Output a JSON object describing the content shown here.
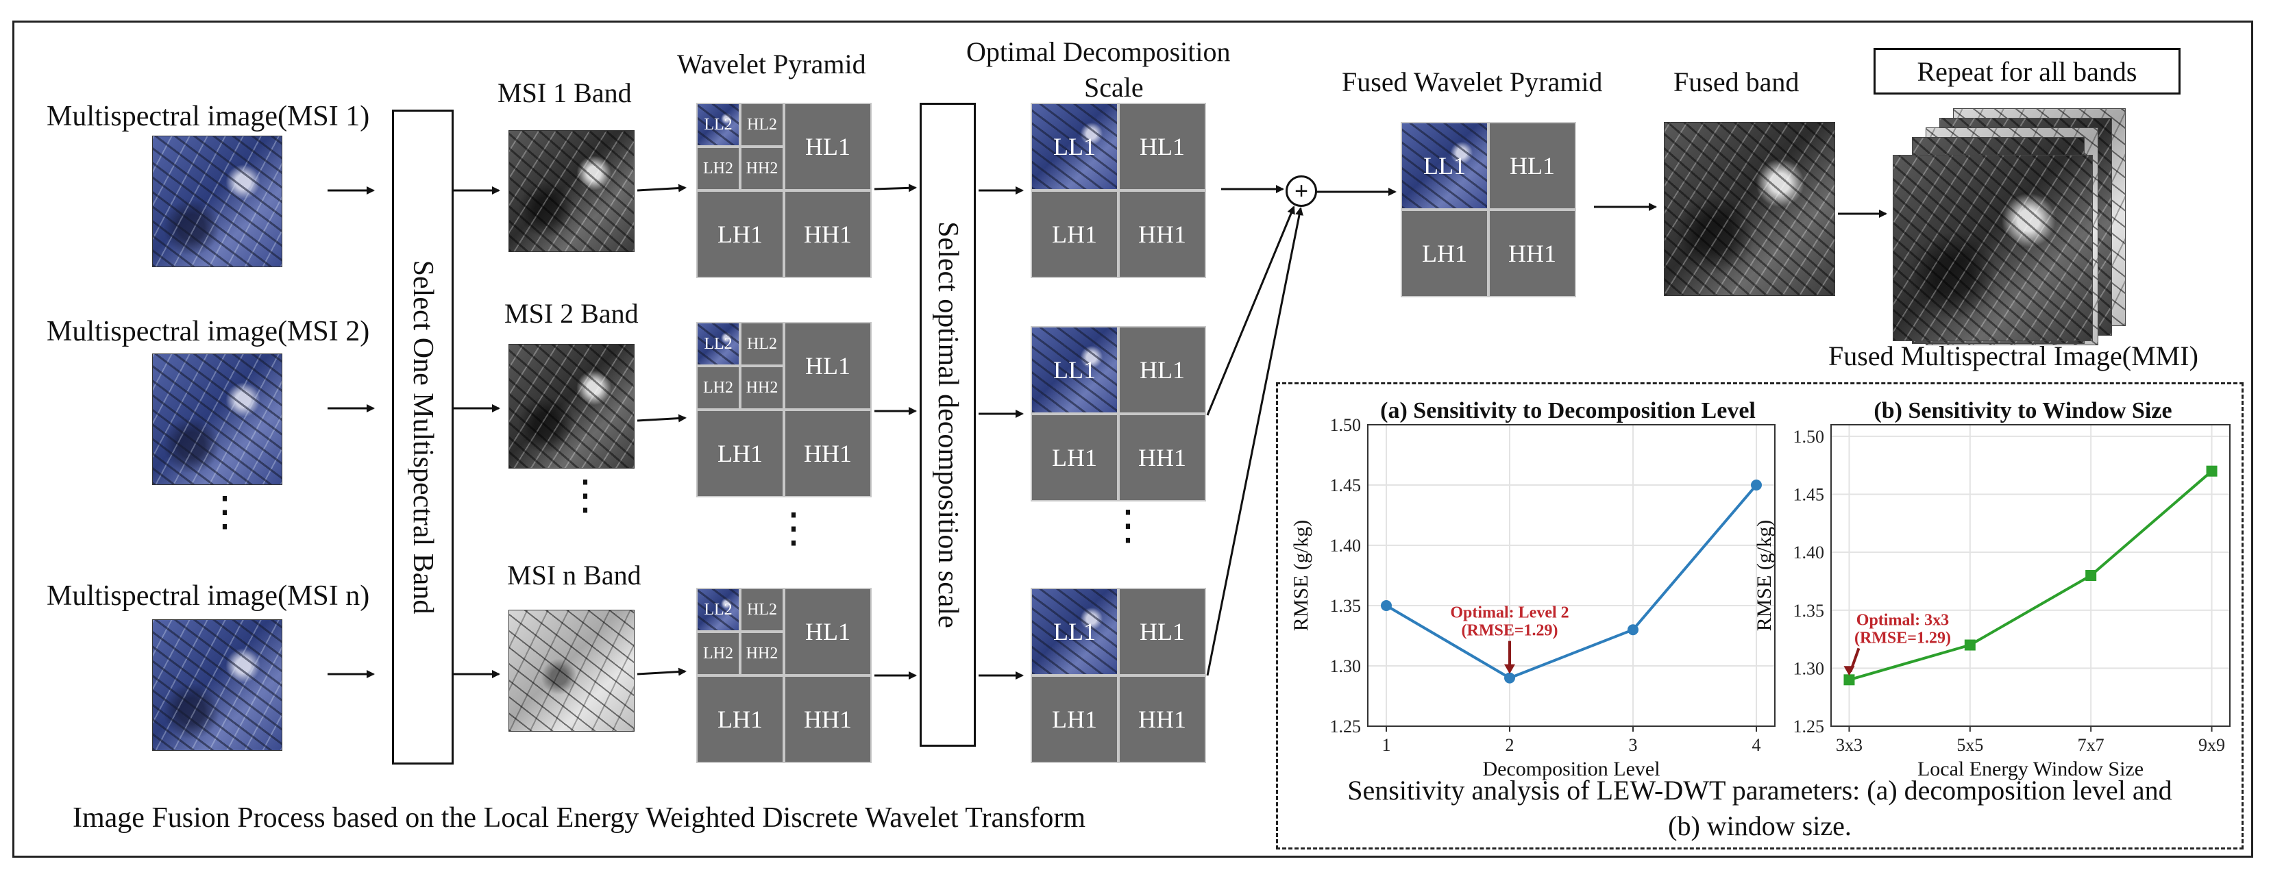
{
  "msi_labels": [
    "Multispectral image(MSI 1)",
    "Multispectral image(MSI 2)",
    "Multispectral image(MSI n)"
  ],
  "band_labels": [
    "MSI 1 Band",
    "MSI 2 Band",
    "MSI n Band"
  ],
  "select_band": "Select One Multispectral Band",
  "select_scale": "Select optimal decomposition scale",
  "wavelet_pyramid": "Wavelet Pyramid",
  "optimal_scale_line1": "Optimal Decomposition",
  "optimal_scale_line2": "Scale",
  "fused_pyramid": "Fused Wavelet Pyramid",
  "fused_band": "Fused band",
  "repeat": "Repeat for all bands",
  "fused_mmi": "Fused Multispectral Image(MMI)",
  "plus": "+",
  "dots": "⋮",
  "sub": {
    "ll2": "LL2",
    "hl2": "HL2",
    "lh2": "LH2",
    "hh2": "HH2"
  },
  "main": {
    "ll1": "LL1",
    "hl1": "HL1",
    "lh1": "LH1",
    "hh1": "HH1"
  },
  "caption_left": "Image Fusion Process based on the Local Energy Weighted Discrete Wavelet Transform",
  "caption_right_line1": "Sensitivity analysis of LEW-DWT parameters: (a) decomposition level and",
  "caption_right_line2": "(b) window size.",
  "chart_data": [
    {
      "type": "line",
      "title": "(a) Sensitivity to Decomposition Level",
      "xlabel": "Decomposition Level",
      "ylabel": "RMSE (g/kg)",
      "x": [
        1,
        2,
        3,
        4
      ],
      "x_tick_labels": [
        "1",
        "2",
        "3",
        "4"
      ],
      "values": [
        1.35,
        1.29,
        1.33,
        1.45
      ],
      "ylim": [
        1.25,
        1.5
      ],
      "yticks": [
        "1.25",
        "1.30",
        "1.35",
        "1.40",
        "1.45",
        "1.50"
      ],
      "color": "#2e7ebc",
      "marker": "circle",
      "grid": true,
      "annotation": {
        "line1": "Optimal: Level 2",
        "line2": "(RMSE=1.29)",
        "color": "#c0272d",
        "x": 2,
        "y": 1.29
      }
    },
    {
      "type": "line",
      "title": "(b) Sensitivity to Window Size",
      "xlabel": "Local Energy Window Size",
      "ylabel": "RMSE (g/kg)",
      "categories": [
        "3x3",
        "5x5",
        "7x7",
        "9x9"
      ],
      "values": [
        1.29,
        1.32,
        1.38,
        1.47
      ],
      "ylim": [
        1.25,
        1.51
      ],
      "yticks": [
        "1.25",
        "1.30",
        "1.35",
        "1.40",
        "1.45",
        "1.50"
      ],
      "color": "#2ca02c",
      "marker": "square",
      "grid": true,
      "annotation": {
        "line1": "Optimal: 3x3",
        "line2": "(RMSE=1.29)",
        "color": "#c0272d",
        "x": "3x3",
        "y": 1.29
      }
    }
  ]
}
